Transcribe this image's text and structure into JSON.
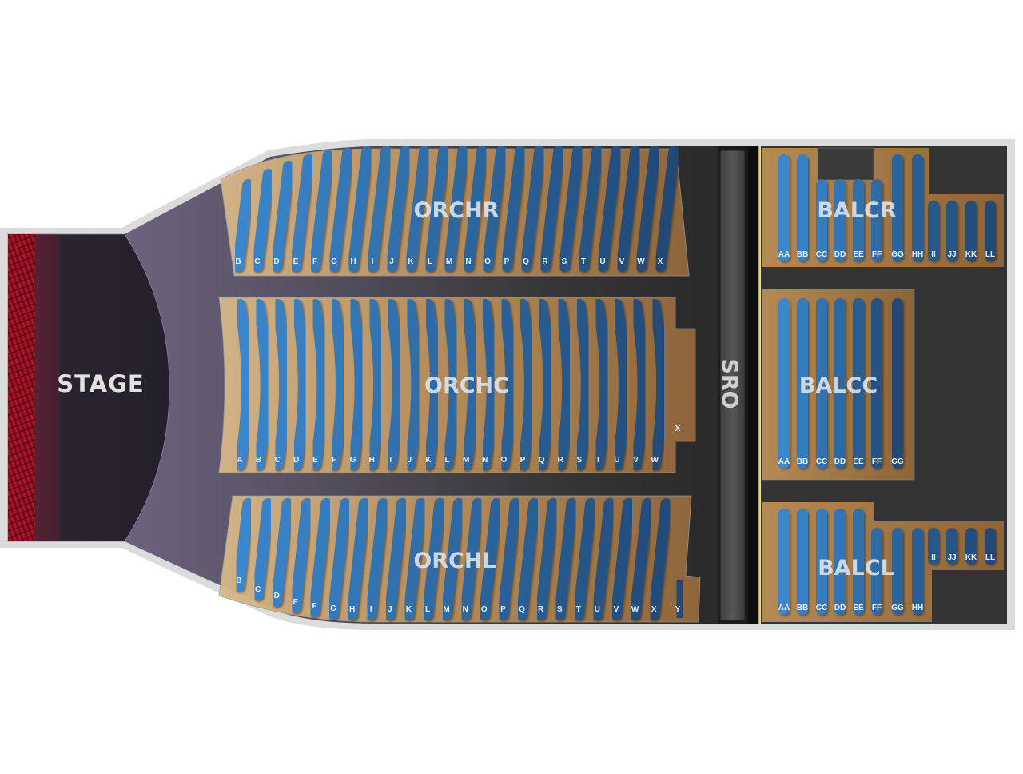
{
  "venue": {
    "stage_label": "STAGE",
    "sro_label": "SRO",
    "colors": {
      "outer_border": "#dcdcdc",
      "floor_dark": "#2e2e30",
      "stage_dark": "#2a2530",
      "curtain_red": "#a3142a",
      "aisle_purple": "#7e7096",
      "wood": "#b98d58",
      "wood_light": "#d6b487",
      "seat_blue_light": "#3a86cc",
      "seat_blue_dark": "#1c3e66",
      "sro_bar": "#4a4a4a",
      "divider_yellow": "#e8d44a"
    }
  },
  "sections": [
    {
      "id": "ORCHR",
      "label": "ORCHR",
      "rows": [
        "B",
        "C",
        "D",
        "E",
        "F",
        "G",
        "H",
        "I",
        "J",
        "K",
        "L",
        "M",
        "N",
        "O",
        "P",
        "Q",
        "R",
        "S",
        "T",
        "U",
        "V",
        "W",
        "X"
      ]
    },
    {
      "id": "ORCHC",
      "label": "ORCHC",
      "rows": [
        "A",
        "B",
        "C",
        "D",
        "E",
        "F",
        "G",
        "H",
        "I",
        "J",
        "K",
        "L",
        "M",
        "N",
        "O",
        "P",
        "Q",
        "R",
        "S",
        "T",
        "U",
        "V",
        "W",
        "X"
      ]
    },
    {
      "id": "ORCHL",
      "label": "ORCHL",
      "rows": [
        "B",
        "C",
        "D",
        "E",
        "F",
        "G",
        "H",
        "I",
        "J",
        "K",
        "L",
        "M",
        "N",
        "O",
        "P",
        "Q",
        "R",
        "S",
        "T",
        "U",
        "V",
        "W",
        "X",
        "Y"
      ]
    },
    {
      "id": "BALCR",
      "label": "BALCR",
      "rows": [
        "AA",
        "BB",
        "CC",
        "DD",
        "EE",
        "FF",
        "GG",
        "HH",
        "II",
        "JJ",
        "KK",
        "LL"
      ]
    },
    {
      "id": "BALCC",
      "label": "BALCC",
      "rows": [
        "AA",
        "BB",
        "CC",
        "DD",
        "EE",
        "FF",
        "GG"
      ]
    },
    {
      "id": "BALCL",
      "label": "BALCL",
      "rows": [
        "AA",
        "BB",
        "CC",
        "DD",
        "EE",
        "FF",
        "GG",
        "HH",
        "II",
        "JJ",
        "KK",
        "LL"
      ]
    }
  ]
}
